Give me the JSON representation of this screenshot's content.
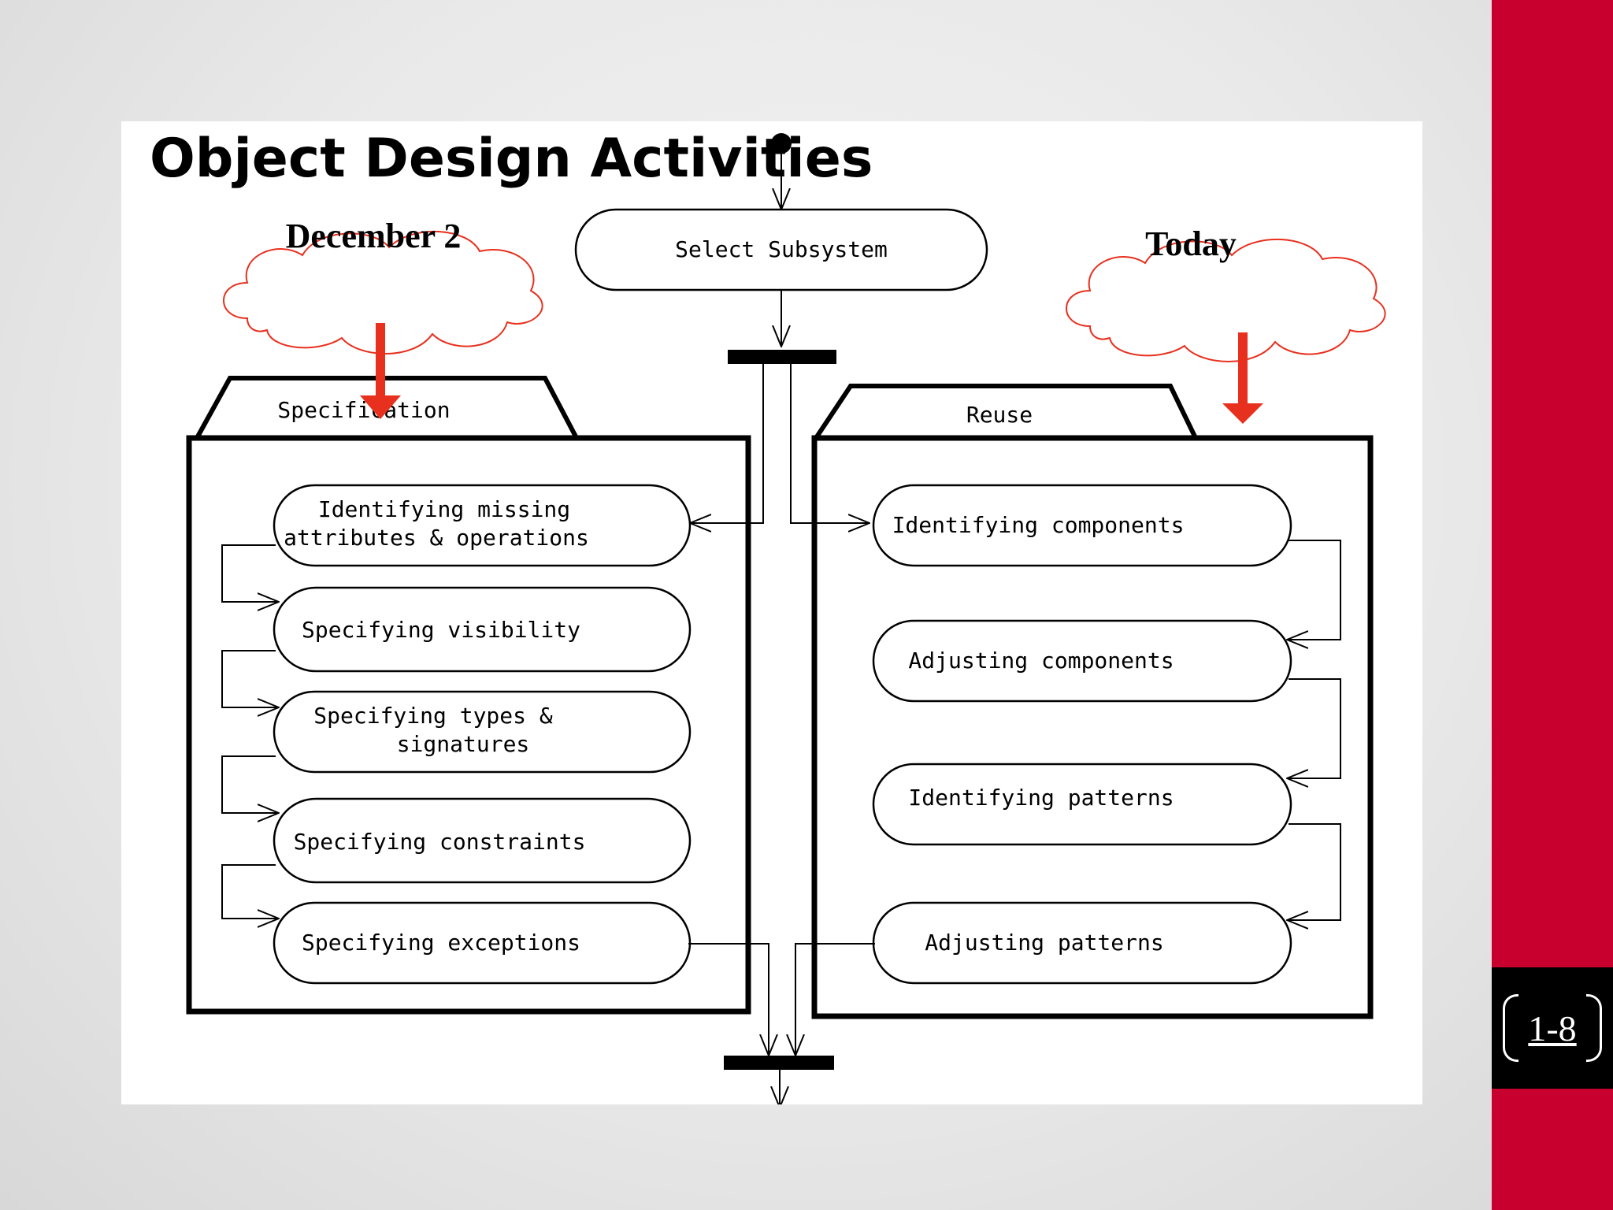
{
  "slide": {
    "title": "Object Design Activities",
    "page_number": "1-8"
  },
  "clouds": {
    "left_label": "December 2",
    "right_label": "Today"
  },
  "diagram": {
    "start_activity": "Select Subsystem",
    "specification": {
      "label": "Specification",
      "activities": [
        {
          "line1": "Identifying missing",
          "line2": "attributes & operations"
        },
        {
          "line1": "Specifying visibility",
          "line2": ""
        },
        {
          "line1": "Specifying types &",
          "line2": "signatures"
        },
        {
          "line1": "Specifying constraints",
          "line2": ""
        },
        {
          "line1": "Specifying exceptions",
          "line2": ""
        }
      ]
    },
    "reuse": {
      "label": "Reuse",
      "activities": [
        {
          "line1": "Identifying components"
        },
        {
          "line1": "Adjusting components"
        },
        {
          "line1": "Identifying patterns"
        },
        {
          "line1": "Adjusting patterns"
        }
      ]
    }
  },
  "colors": {
    "accent_red": "#c8002d",
    "annotation_red": "#e8301e",
    "cloud_stroke": "#e8301e"
  }
}
